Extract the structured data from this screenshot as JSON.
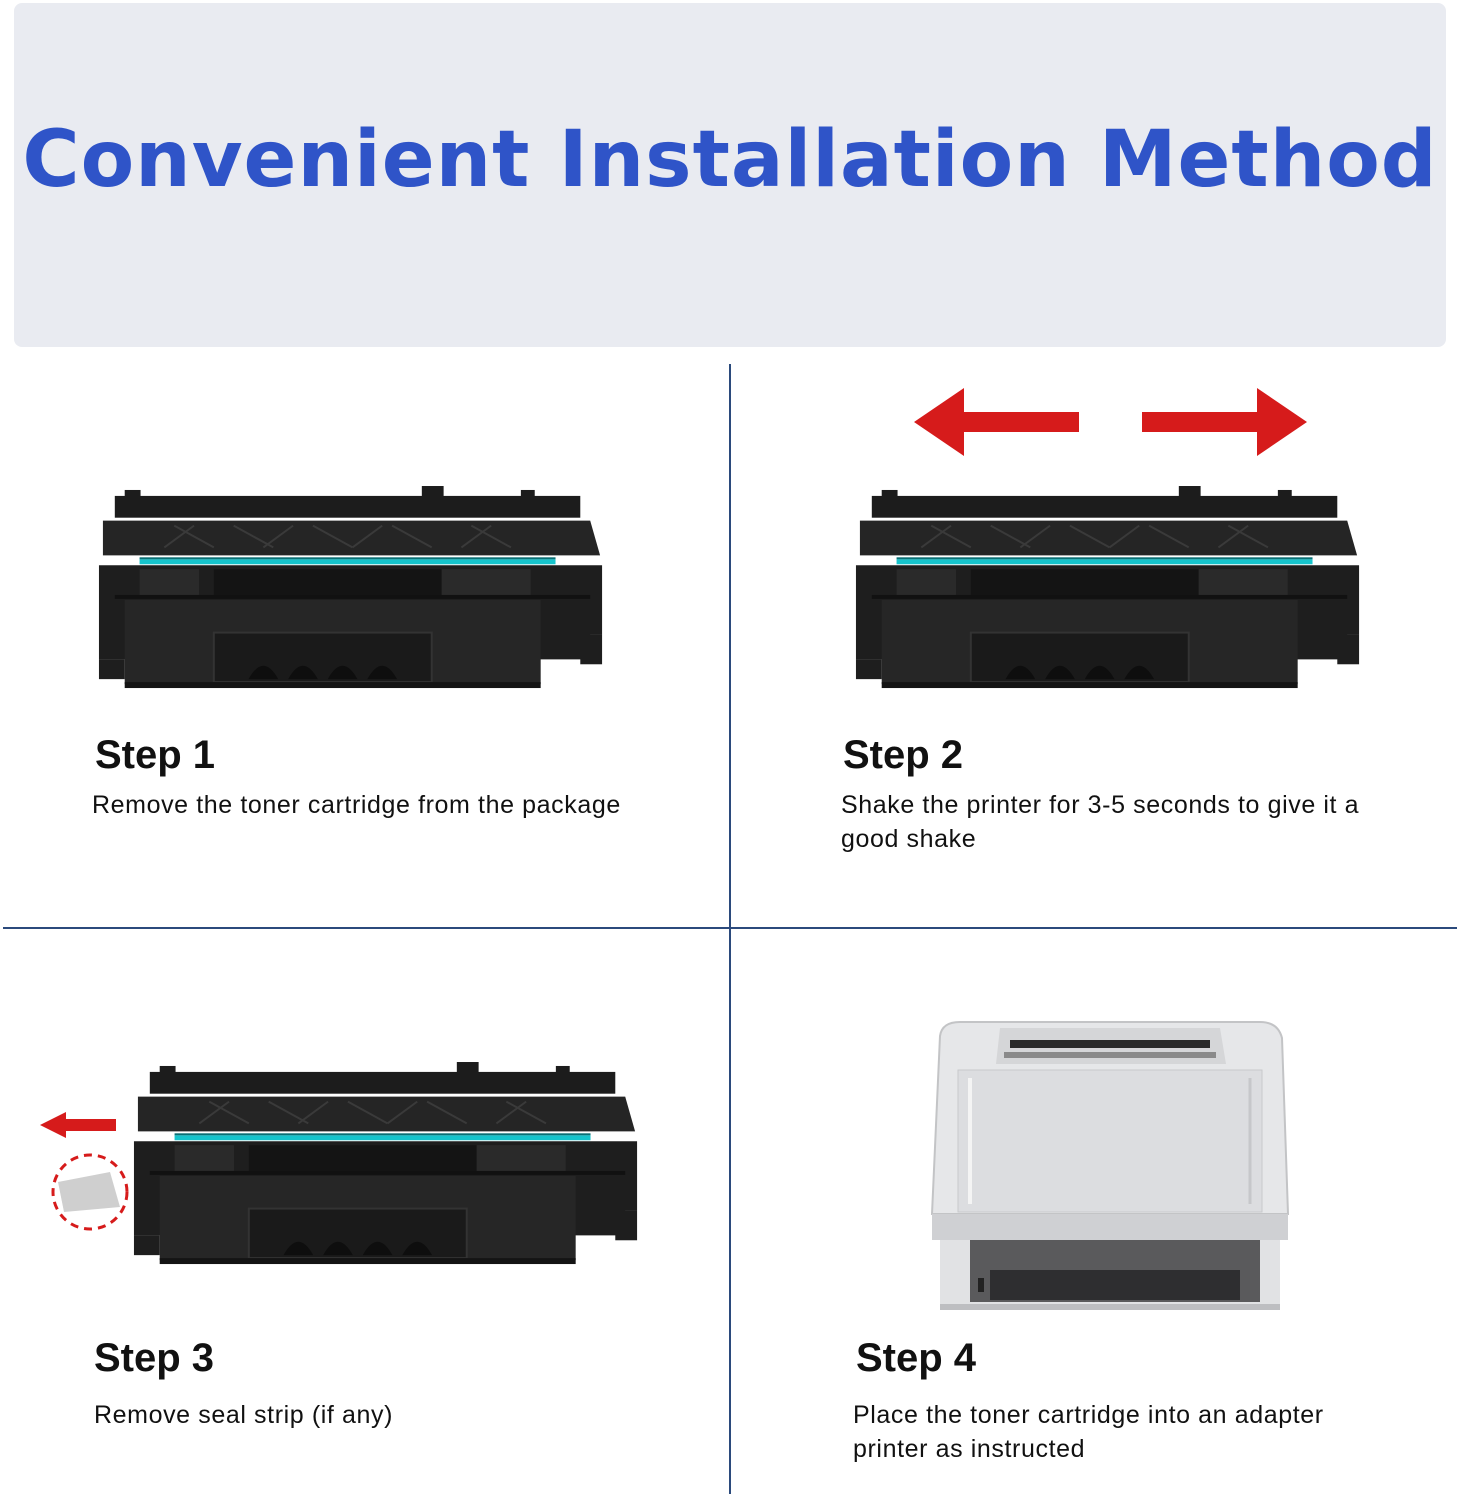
{
  "banner": {
    "title": "Convenient Installation Method"
  },
  "colors": {
    "title_blue": "#2f54c8",
    "banner_bg": "#e9ebf1",
    "divider": "#2b4a7c",
    "arrow_red": "#d61b1b"
  },
  "steps": [
    {
      "title": "Step 1",
      "description": "Remove the toner cartridge from the package",
      "image": "toner-cartridge-icon"
    },
    {
      "title": "Step 2",
      "description": "Shake the printer for 3-5 seconds to give it a good shake",
      "image": "toner-cartridge-icon",
      "arrows": [
        "arrow-left-icon",
        "arrow-right-icon"
      ]
    },
    {
      "title": "Step 3",
      "description": "Remove seal strip (if any)",
      "image": "toner-cartridge-icon",
      "arrows": [
        "arrow-left-icon",
        "seal-strip-circle-icon"
      ]
    },
    {
      "title": "Step 4",
      "description": "Place the toner cartridge into an adapter printer as instructed",
      "image": "laser-printer-icon"
    }
  ]
}
